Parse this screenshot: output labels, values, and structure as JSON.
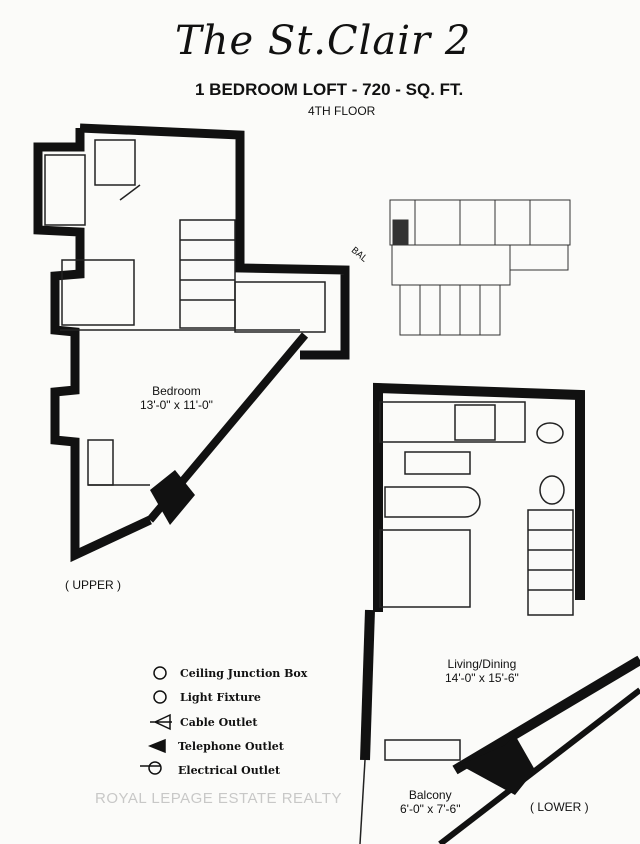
{
  "title": "The St.Clair 2",
  "subtitle": "1 BEDROOM LOFT - 720 - SQ. FT.",
  "floor": "4TH FLOOR",
  "upper": {
    "room_name": "Bedroom",
    "room_size": "13'-0\" x 11'-0\"",
    "level_label": "( UPPER )"
  },
  "lower": {
    "living_name": "Living/Dining",
    "living_size": "14'-0\" x 15'-6\"",
    "balcony_name": "Balcony",
    "balcony_size": "6'-0\" x 7'-6\"",
    "level_label": "( LOWER )"
  },
  "keyplan_note": "BAL",
  "legend": [
    {
      "icon": "ceiling-junction-box-icon",
      "label": "Ceiling Junction Box"
    },
    {
      "icon": "light-fixture-icon",
      "label": "Light Fixture"
    },
    {
      "icon": "cable-outlet-icon",
      "label": "Cable Outlet"
    },
    {
      "icon": "telephone-outlet-icon",
      "label": "Telephone Outlet"
    },
    {
      "icon": "electrical-outlet-icon",
      "label": "Electrical Outlet"
    }
  ],
  "watermark": "ROYAL LEPAGE ESTATE REALTY"
}
